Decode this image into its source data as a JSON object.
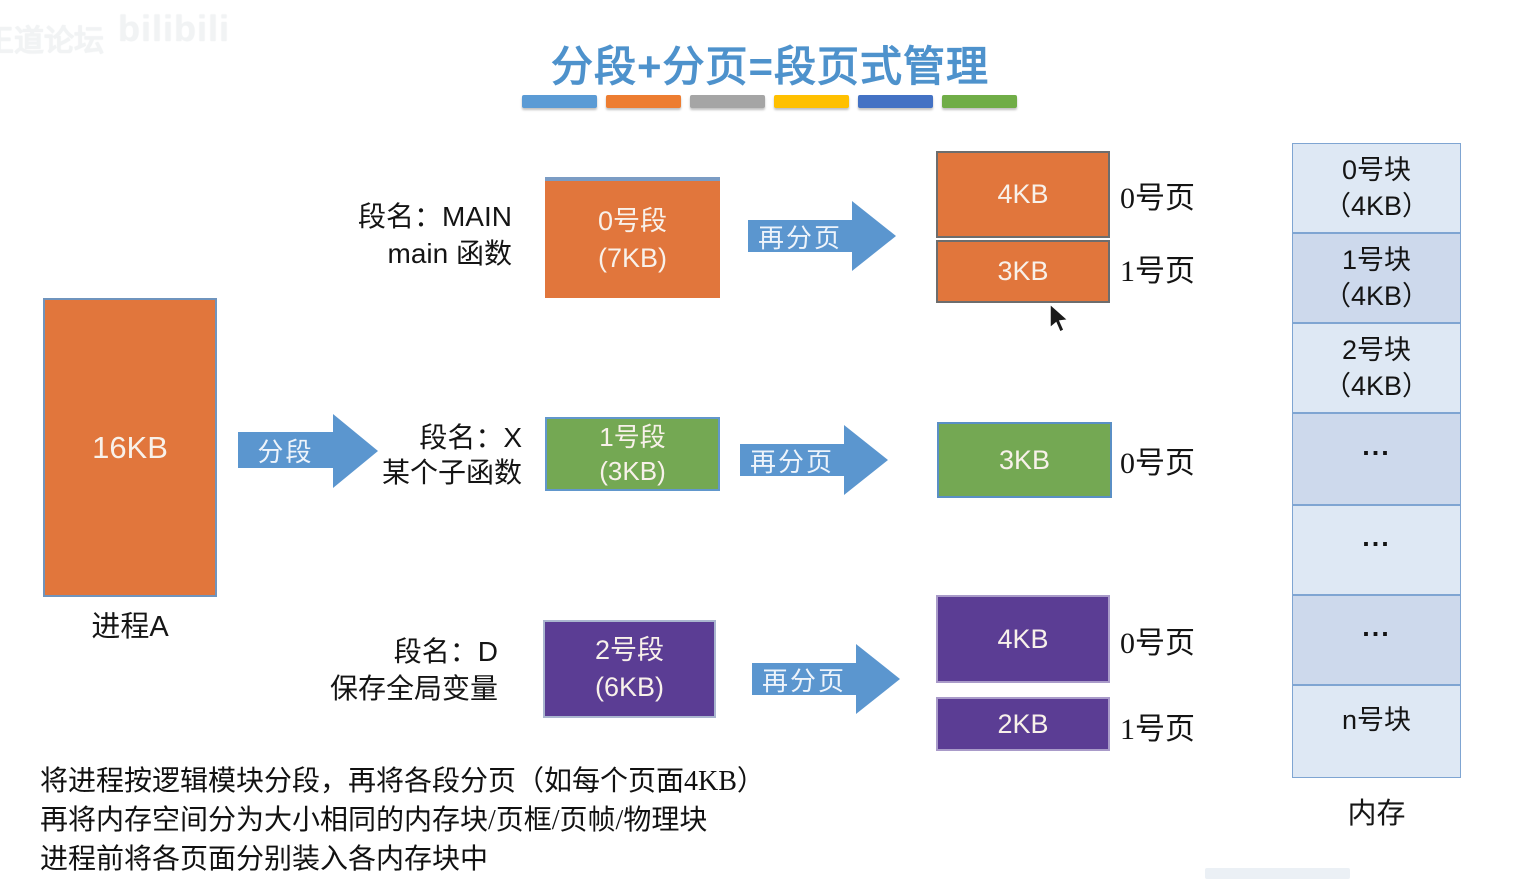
{
  "watermark": {
    "forum_text": "王道论坛",
    "logo_text": "bilibili"
  },
  "title": {
    "text": "分段+分页=段页式管理"
  },
  "colors": {
    "title": "#4e92cc",
    "arrow": "#5b96cf",
    "orange": "#e1763c",
    "green": "#74a853",
    "purple": "#5b3d94",
    "mem_light": "#dee8f4",
    "mem_dark": "#cdd9ec"
  },
  "legend_bars": [
    "#5b9bd5",
    "#ed7d31",
    "#a5a5a5",
    "#ffc000",
    "#4472c4",
    "#70ad47"
  ],
  "process": {
    "size_label": "16KB",
    "name": "进程A",
    "color": "#e1763c"
  },
  "segment_arrow_label": "分段",
  "repage_arrow_label": "再分页",
  "rows": [
    {
      "label_line1": "段名：MAIN",
      "label_line2": "main 函数",
      "segment_title": "0号段",
      "segment_size": "(7KB)",
      "color": "#e1763c",
      "pages": [
        {
          "size": "4KB",
          "label": "0号页"
        },
        {
          "size": "3KB",
          "label": "1号页"
        }
      ]
    },
    {
      "label_line1": "段名：X",
      "label_line2": "某个子函数",
      "segment_title": "1号段",
      "segment_size": "(3KB)",
      "color": "#74a853",
      "pages": [
        {
          "size": "3KB",
          "label": "0号页"
        }
      ]
    },
    {
      "label_line1": "段名：D",
      "label_line2": "保存全局变量",
      "segment_title": "2号段",
      "segment_size": "(6KB)",
      "color": "#5b3d94",
      "pages": [
        {
          "size": "4KB",
          "label": "0号页"
        },
        {
          "size": "2KB",
          "label": "1号页"
        }
      ]
    }
  ],
  "memory": {
    "cells": [
      {
        "line1": "0号块",
        "line2": "（4KB）",
        "shade": "light"
      },
      {
        "line1": "1号块",
        "line2": "（4KB）",
        "shade": "dark"
      },
      {
        "line1": "2号块",
        "line2": "（4KB）",
        "shade": "light"
      },
      {
        "line1": "...",
        "shade": "dark"
      },
      {
        "line1": "...",
        "shade": "light"
      },
      {
        "line1": "...",
        "shade": "dark"
      },
      {
        "line1": "n号块",
        "shade": "light"
      }
    ],
    "caption": "内存",
    "light_color": "#dee8f4",
    "dark_color": "#cdd9ec"
  },
  "footer_lines": [
    "将进程按逻辑模块分段，再将各段分页（如每个页面4KB）",
    "再将内存空间分为大小相同的内存块/页框/页帧/物理块",
    "进程前将各页面分别装入各内存块中"
  ]
}
